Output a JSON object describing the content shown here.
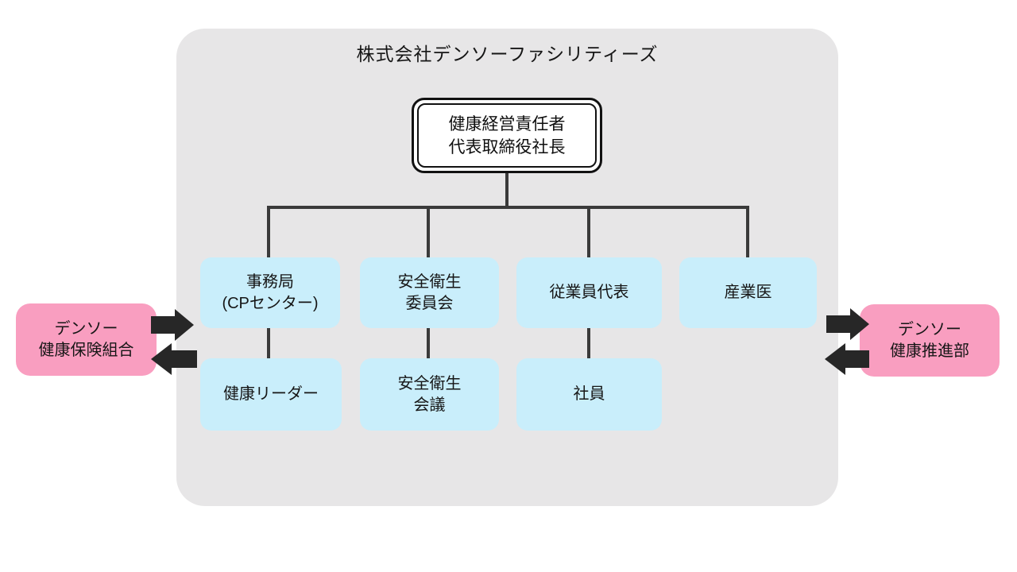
{
  "diagram": {
    "title": "株式会社デンソーファシリティーズ",
    "root": {
      "line1": "健康経営責任者",
      "line2": "代表取締役社長"
    },
    "level1": [
      {
        "line1": "事務局",
        "line2": "(CPセンター)"
      },
      {
        "line1": "安全衛生",
        "line2": "委員会"
      },
      {
        "line1": "従業員代表"
      },
      {
        "line1": "産業医"
      }
    ],
    "level2": [
      {
        "line1": "健康リーダー"
      },
      {
        "line1": "安全衛生",
        "line2": "会議"
      },
      {
        "line1": "社員"
      }
    ],
    "external_left": {
      "line1": "デンソー",
      "line2": "健康保険組合"
    },
    "external_right": {
      "line1": "デンソー",
      "line2": "健康推進部"
    },
    "icons": {
      "arrow_right": "right-arrow",
      "arrow_left": "left-arrow"
    },
    "colors": {
      "container_bg": "#e7e6e7",
      "node_blue": "#c9eefb",
      "node_pink": "#f99ec0",
      "connector_line": "#3a3a3a",
      "arrow": "#272727",
      "text": "#161616",
      "page_bg": "#ffffff"
    }
  }
}
